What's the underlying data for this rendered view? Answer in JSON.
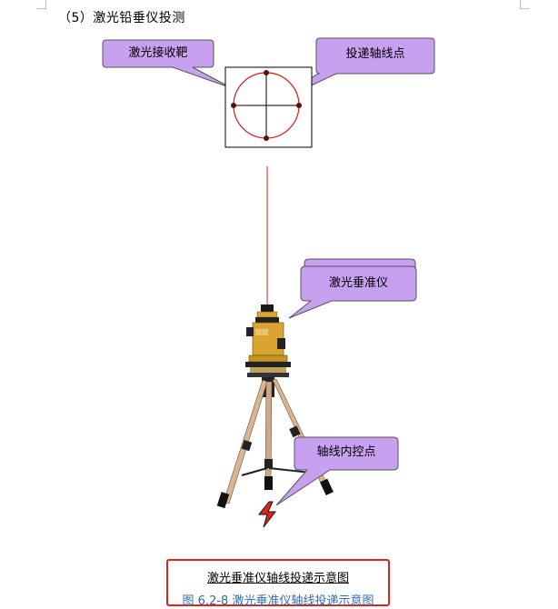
{
  "heading": "（5）激光铅垂仪投测",
  "callouts": {
    "receiver_target": "激光接收靶",
    "transfer_point": "投递轴线点",
    "plummet": "激光垂准仪",
    "control_point": "轴线内控点"
  },
  "caption": {
    "main": "激光垂准仪轴线投递示意图",
    "figure": "图 6.2-8    激光垂准仪轴线投递示意图"
  },
  "colors": {
    "callout_fill": "#c7a0f0",
    "laser_red": "#d41c1c",
    "instrument_yellow": "#d9a431",
    "caption_border": "#e2231a",
    "figure_blue": "#2f6db5"
  }
}
